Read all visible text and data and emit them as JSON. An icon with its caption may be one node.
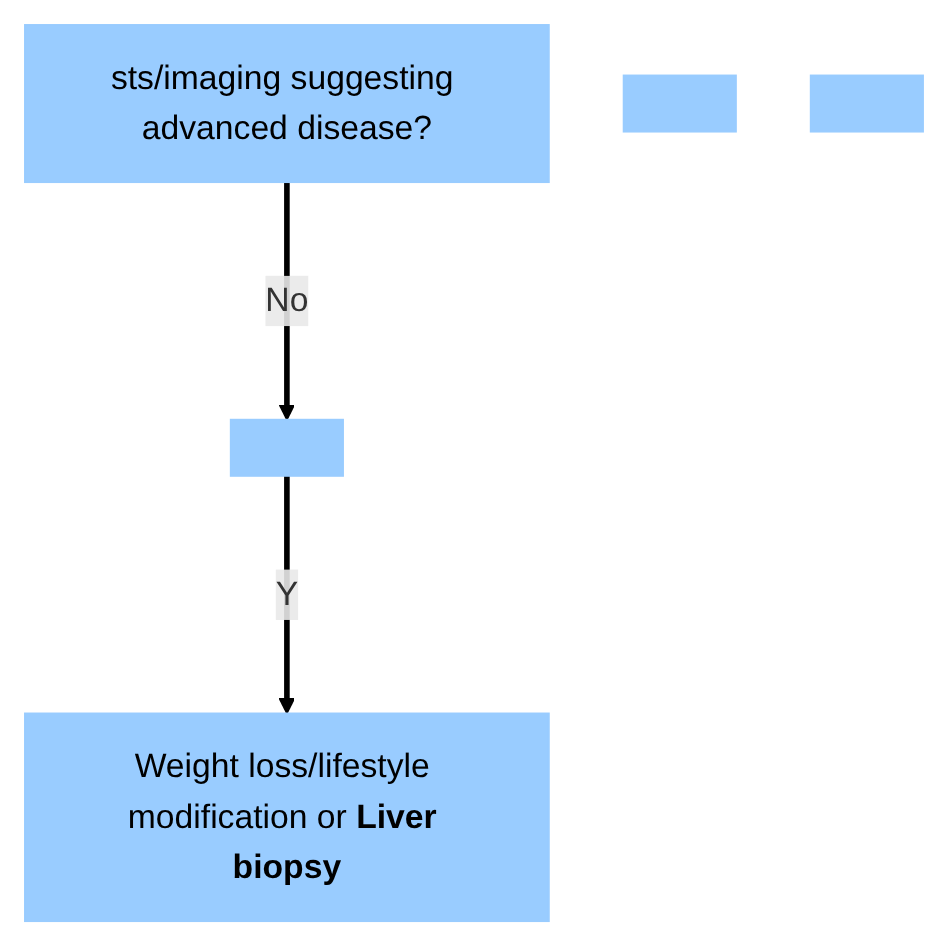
{
  "diagram": {
    "nodes": [
      {
        "text": [
          "sts/imaging suggesting advanced disease?"
        ]
      },
      {
        "text": [],
        "shape": "box"
      },
      {
        "text": [
          "Weight loss/lifestyle modification or **Liver biopsy**"
        ]
      },
      {
        "text": [],
        "shape": "box"
      },
      {
        "text": [],
        "shape": "box"
      }
    ],
    "edges": [
      {
        "from": 0,
        "to": 1,
        "arrow": "to",
        "label": "No"
      },
      {
        "from": 1,
        "to": 2,
        "arrow": "to",
        "label": "Y"
      }
    ]
  }
}
